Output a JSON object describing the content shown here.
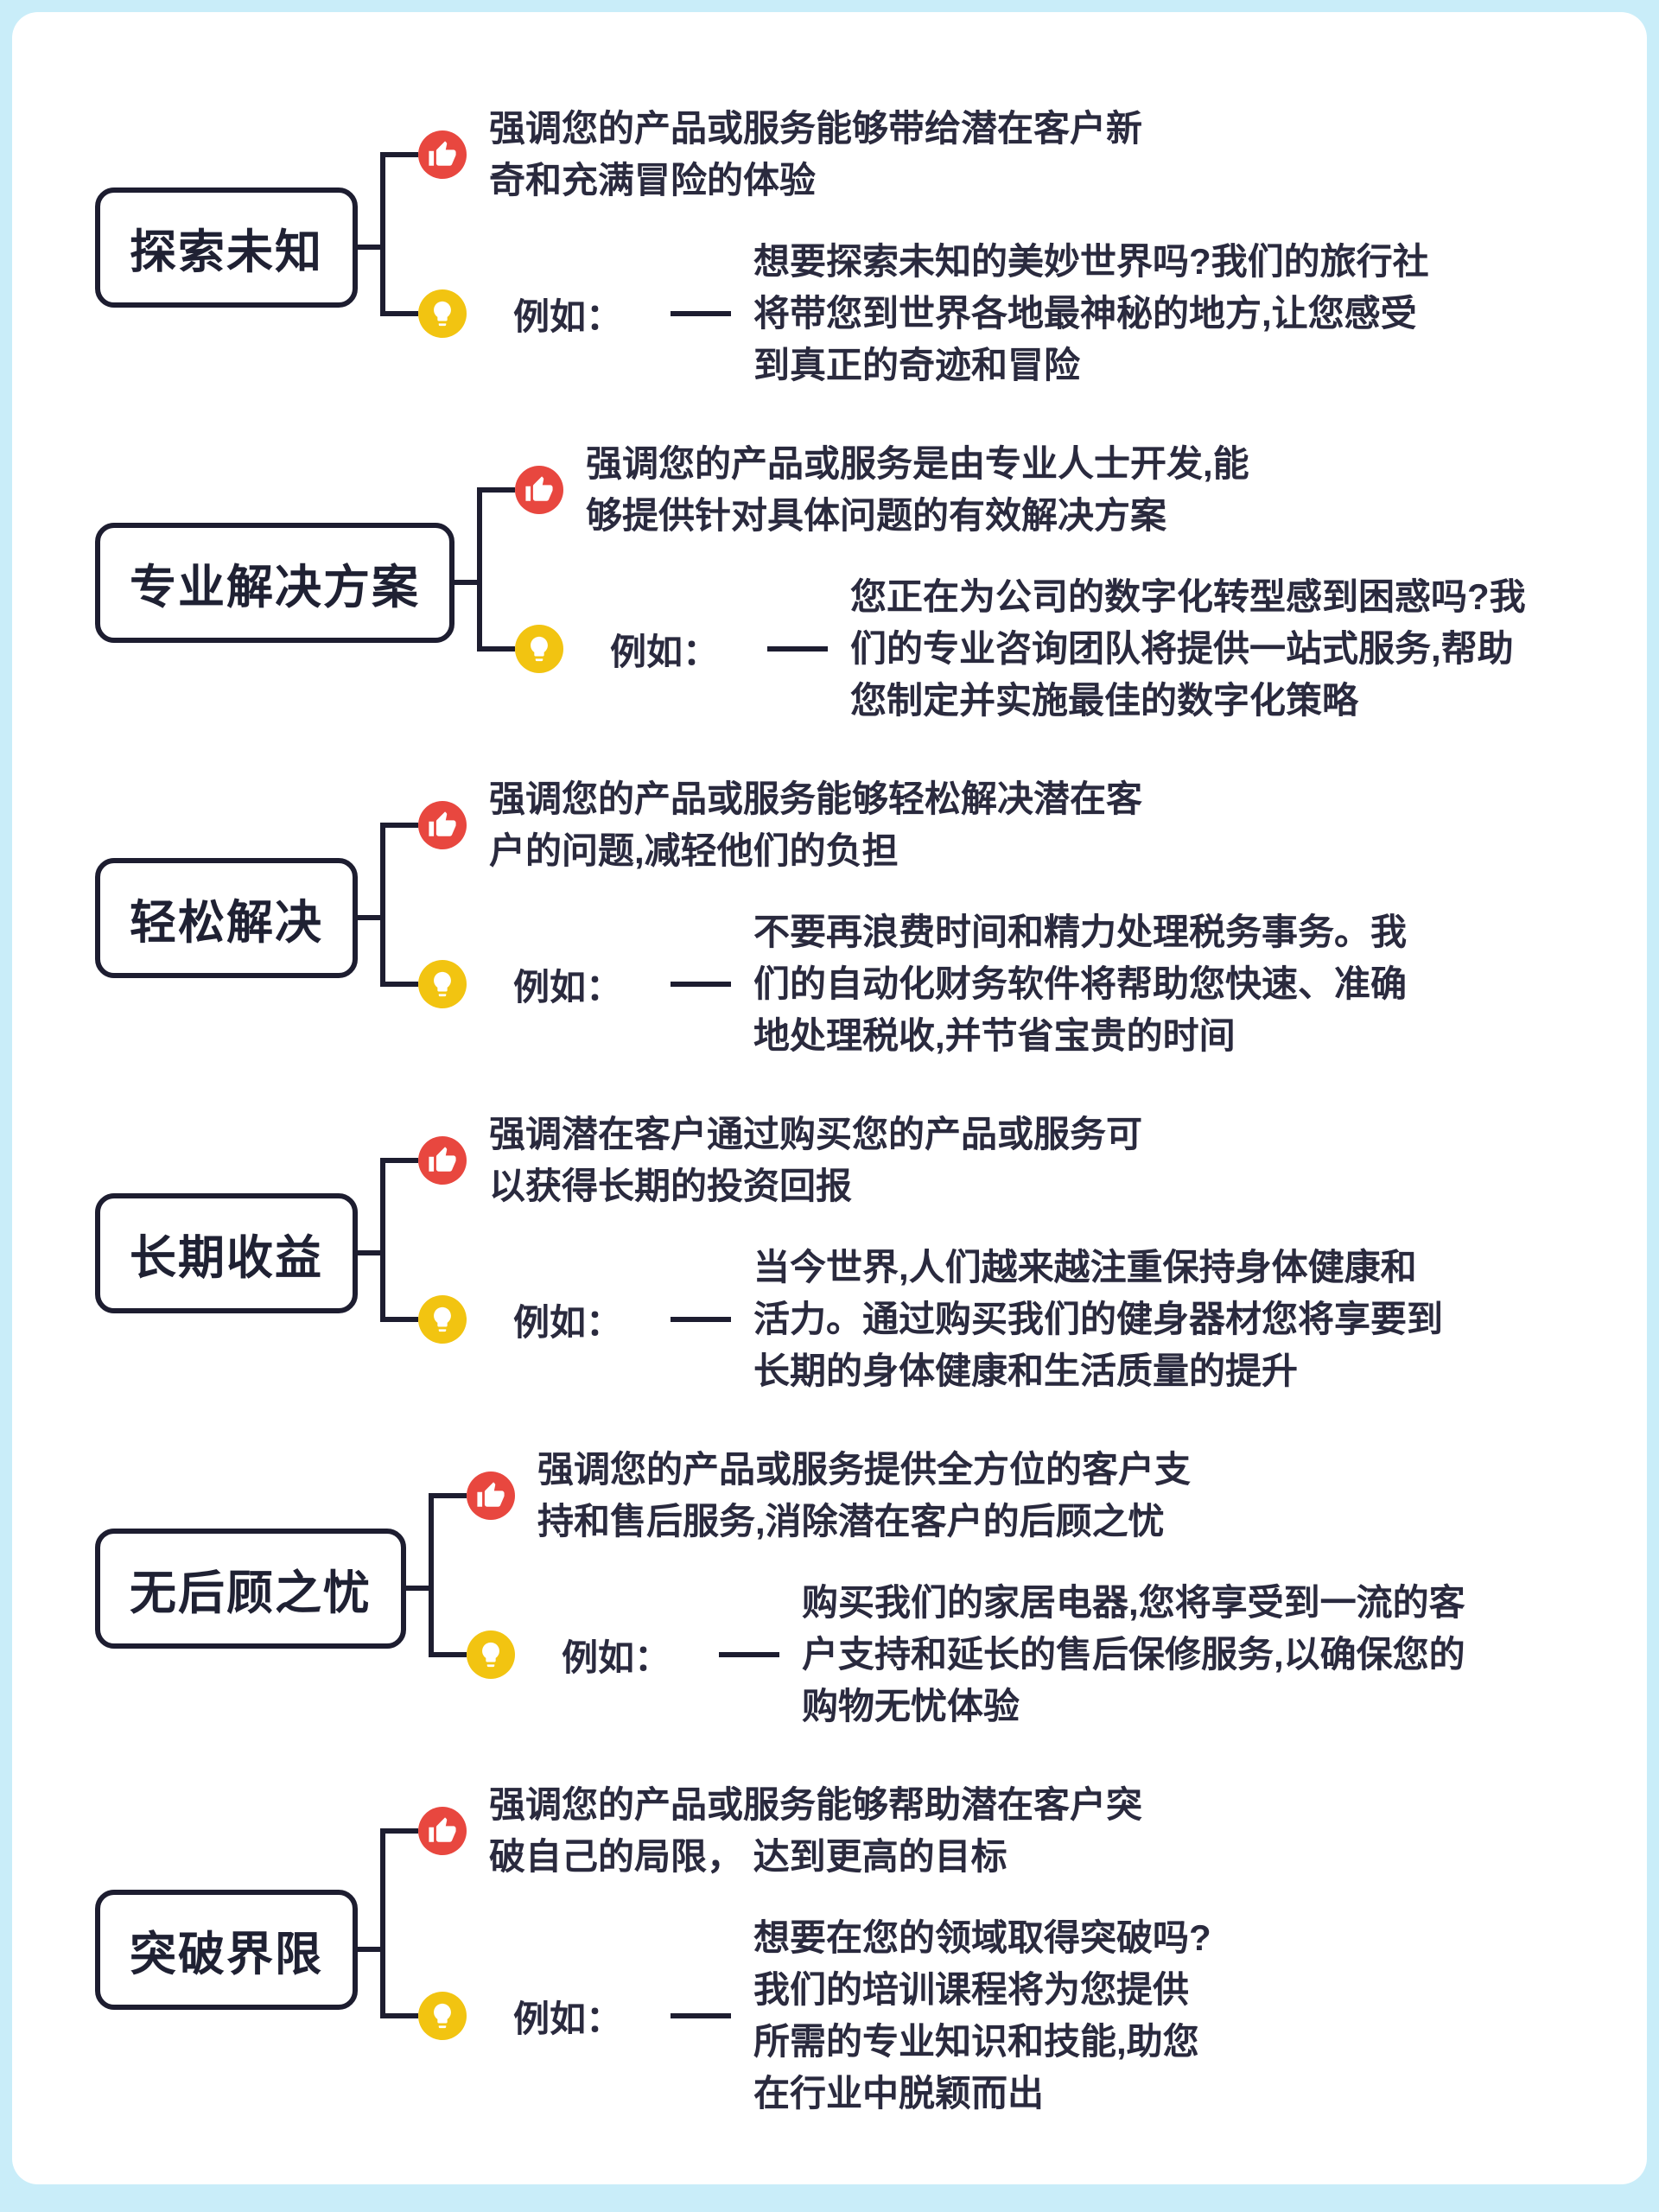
{
  "page": {
    "background_color": "#c9edf9",
    "card_color": "#ffffff",
    "line_color": "#1d1d30",
    "text_color": "#2a2a3e"
  },
  "example_label": "例如：",
  "icons": {
    "advantage": "thumbs-up-icon",
    "advantage_color": "#e8473f",
    "example": "lightbulb-icon",
    "example_color": "#f2c411"
  },
  "sections": [
    {
      "title": "探索未知",
      "advantage": "强调您的产品或服务能够带给潜在客户新\n奇和充满冒险的体验",
      "example": "想要探索未知的美妙世界吗?我们的旅行社\n将带您到世界各地最神秘的地方,让您感受\n到真正的奇迹和冒险"
    },
    {
      "title": "专业解决方案",
      "advantage": "强调您的产品或服务是由专业人士开发,能\n够提供针对具体问题的有效解决方案",
      "example": "您正在为公司的数字化转型感到困惑吗?我\n们的专业咨询团队将提供一站式服务,帮助\n您制定并实施最佳的数字化策略"
    },
    {
      "title": "轻松解决",
      "advantage": "强调您的产品或服务能够轻松解决潜在客\n户的问题,减轻他们的负担",
      "example": "不要再浪费时间和精力处理税务事务。我\n们的自动化财务软件将帮助您快速、准确\n地处理税收,并节省宝贵的时间"
    },
    {
      "title": "长期收益",
      "advantage": "强调潜在客户通过购买您的产品或服务可\n以获得长期的投资回报",
      "example": "当今世界,人们越来越注重保持身体健康和\n活力。通过购买我们的健身器材您将享要到\n长期的身体健康和生活质量的提升"
    },
    {
      "title": "无后顾之忧",
      "advantage": "强调您的产品或服务提供全方位的客户支\n持和售后服务,消除潜在客户的后顾之忧",
      "example": "购买我们的家居电器,您将享受到一流的客\n户支持和延长的售后保修服务,以确保您的\n购物无忧体验"
    },
    {
      "title": "突破界限",
      "advantage": "强调您的产品或服务能够帮助潜在客户突\n破自己的局限， 达到更高的目标",
      "example": "想要在您的领域取得突破吗?\n我们的培训课程将为您提供\n所需的专业知识和技能,助您\n在行业中脱颖而出"
    }
  ]
}
